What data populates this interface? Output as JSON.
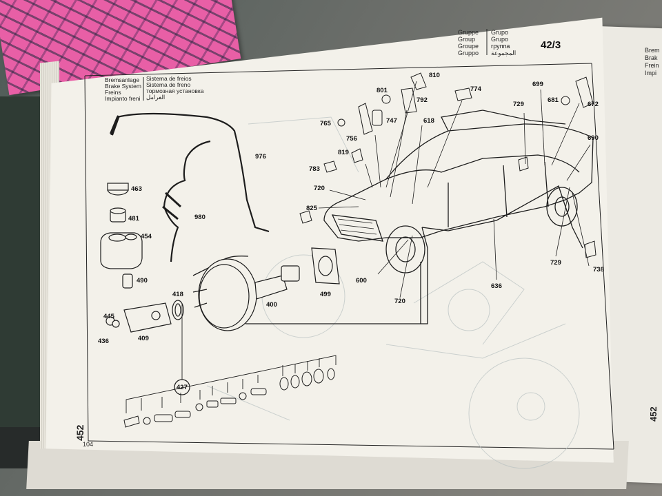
{
  "header": {
    "group_left": [
      "Gruppe",
      "Group",
      "Groupe",
      "Gruppo"
    ],
    "group_right": [
      "Grupo",
      "Grupo",
      "группа",
      "المجموعة"
    ],
    "group_number": "42/3"
  },
  "section": {
    "left": [
      "Bremsanlage",
      "Brake System",
      "Freins",
      "Impianto freni"
    ],
    "right": [
      "Sistema de freios",
      "Sistema de freno",
      "тормозная установка",
      "الفرامل"
    ]
  },
  "right_page_header": [
    "Brem",
    "Brak",
    "Frein",
    "Impi"
  ],
  "right_page_side_number": "452",
  "page_number": "104",
  "side_number": "452",
  "callouts": {
    "p463": "463",
    "p481": "481",
    "p454": "454",
    "p490": "490",
    "p445": "445",
    "p436": "436",
    "p409": "409",
    "p418": "418",
    "p427": "427",
    "p400": "400",
    "p976": "976",
    "p980": "980",
    "p499": "499",
    "p600": "600",
    "p720a": "720",
    "p720b": "720",
    "p636": "636",
    "p729a": "729",
    "p729b": "729",
    "p738": "738",
    "p699": "699",
    "p681": "681",
    "p672": "672",
    "p690": "690",
    "p774": "774",
    "p810": "810",
    "p801": "801",
    "p792": "792",
    "p765": "765",
    "p756": "756",
    "p747": "747",
    "p618": "618",
    "p819": "819",
    "p783": "783",
    "p825": "825"
  }
}
